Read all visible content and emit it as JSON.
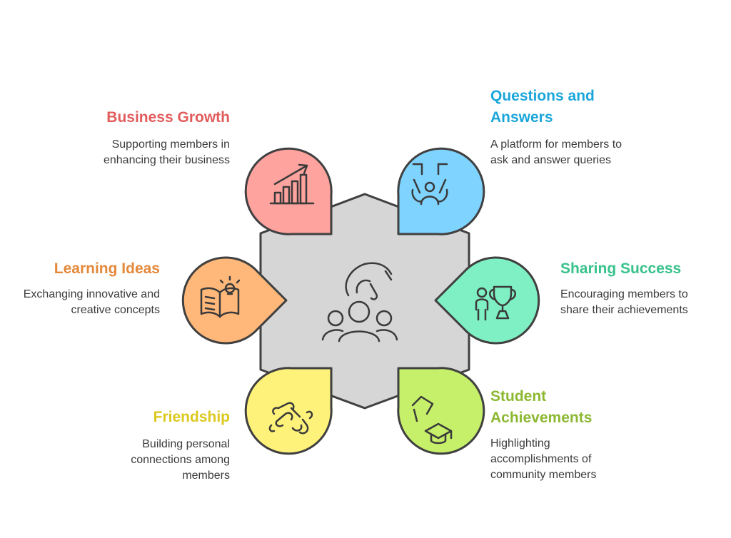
{
  "center": {
    "icon": "community-hand-icon"
  },
  "items": [
    {
      "key": "business-growth",
      "title": "Business Growth",
      "description": "Supporting members in enhancing their business",
      "icon": "growth-chart-icon",
      "color": "#ffa39e",
      "title_color": "#e25c5c"
    },
    {
      "key": "questions-answers",
      "title": "Questions and Answers",
      "description": "A platform for members to ask and answer queries",
      "icon": "qa-people-icon",
      "color": "#7fd3ff",
      "title_color": "#1ba6da"
    },
    {
      "key": "sharing-success",
      "title": "Sharing Success",
      "description": "Encouraging members to share their achievements",
      "icon": "trophy-icon",
      "color": "#7ff0c4",
      "title_color": "#38c28b"
    },
    {
      "key": "student-achievements",
      "title": "Student Achievements",
      "description": "Highlighting accomplishments of community members",
      "icon": "graduation-cap-icon",
      "color": "#c6f06a",
      "title_color": "#8cb832"
    },
    {
      "key": "friendship",
      "title": "Friendship",
      "description": "Building personal connections among members",
      "icon": "handshake-icon",
      "color": "#fff27a",
      "title_color": "#dcc81e"
    },
    {
      "key": "learning-ideas",
      "title": "Learning Ideas",
      "description": "Exchanging innovative and creative concepts",
      "icon": "book-idea-icon",
      "color": "#ffb87a",
      "title_color": "#e4883a"
    }
  ]
}
